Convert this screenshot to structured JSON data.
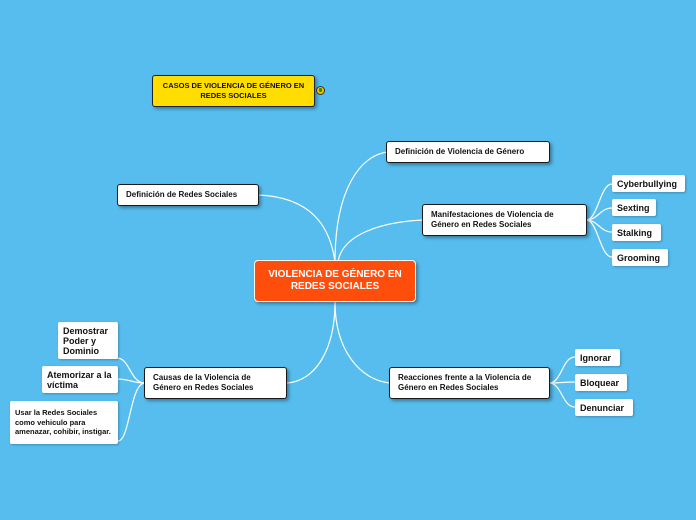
{
  "title_box": {
    "text": "CASOS DE VIOLENCIA DE GÉNERO EN REDES SOCIALES"
  },
  "central": {
    "text": "VIOLENCIA DE GÉNERO EN REDES SOCIALES"
  },
  "branches": {
    "def_violencia": "Definición de Violencia de Género",
    "def_redes": "Definición de Redes Sociales",
    "manifestaciones": "Manifestaciones de Violencia de Género en Redes Sociales",
    "causas": "Causas de la Violencia de Género en Redes Sociales",
    "reacciones": "Reacciones frente a la Violencia de Género en Redes Sociales"
  },
  "manifestaciones_items": [
    "Cyberbullying",
    "Sexting",
    "Stalking",
    "Grooming"
  ],
  "reacciones_items": [
    "Ignorar",
    "Bloquear",
    "Denunciar"
  ],
  "causas_items": [
    "Demostrar Poder y Dominio",
    "Atemorizar a la víctima",
    "Usar la Redes Sociales como vehiculo para amenazar, cohibir, instigar."
  ],
  "colors": {
    "background": "#56bdee",
    "central": "#ff4e0c",
    "title_box": "#ffdd00",
    "connector": "#ffffff"
  },
  "icons": {
    "title_marker": "globe-icon"
  }
}
